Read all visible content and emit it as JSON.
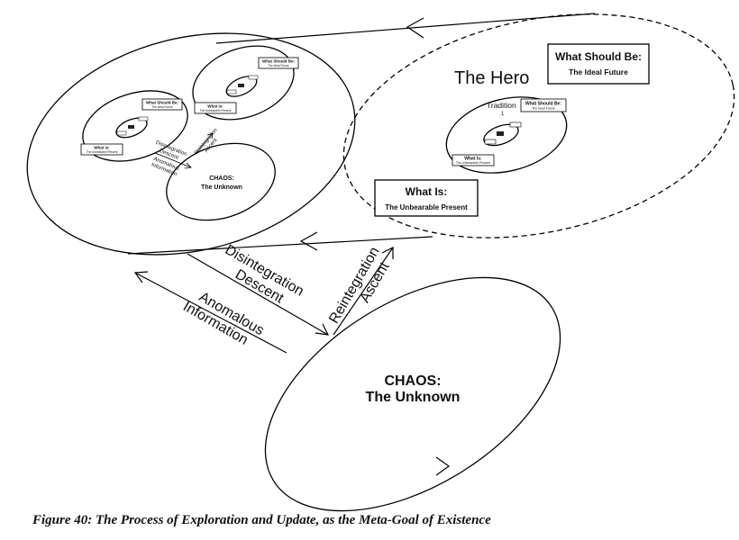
{
  "hero": "The Hero",
  "tradition": "Tradition",
  "tradition_mark": "1",
  "what_should_be": {
    "heading": "What Should Be:",
    "sub": "The Ideal Future"
  },
  "what_is": {
    "heading": "What Is:",
    "sub": "The Unbearable Present"
  },
  "chaos": {
    "heading": "CHAOS:",
    "sub": "The Unknown"
  },
  "arrows": {
    "down": [
      "Disintegration",
      "Descent"
    ],
    "info": [
      "Anomalous",
      "Information"
    ],
    "up": [
      "Reintegration",
      "Ascent"
    ]
  },
  "caption": "Figure 40: The Process of Exploration and Update, as the Meta-Goal of Existence"
}
